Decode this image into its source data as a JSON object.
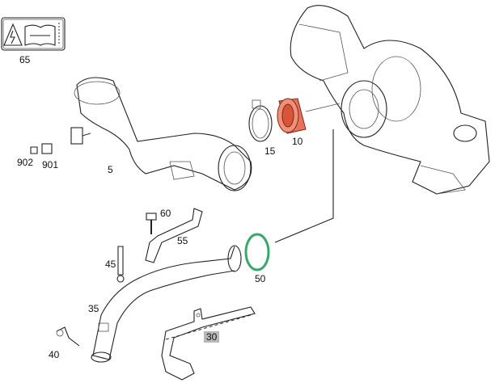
{
  "diagram": {
    "highlighted_part": "10",
    "highlighted_label": "30",
    "colors": {
      "part_10": "#e8735a",
      "part_50": "#3aa66a",
      "label_highlight": "#b8b8b8"
    },
    "parts": [
      {
        "id": "p65",
        "label": "65"
      },
      {
        "id": "p902",
        "label": "902"
      },
      {
        "id": "p901",
        "label": "901"
      },
      {
        "id": "p5",
        "label": "5"
      },
      {
        "id": "p15",
        "label": "15"
      },
      {
        "id": "p10",
        "label": "10"
      },
      {
        "id": "p60",
        "label": "60"
      },
      {
        "id": "p55",
        "label": "55"
      },
      {
        "id": "p45",
        "label": "45"
      },
      {
        "id": "p50",
        "label": "50"
      },
      {
        "id": "p35",
        "label": "35"
      },
      {
        "id": "p40",
        "label": "40"
      },
      {
        "id": "p30",
        "label": "30"
      }
    ]
  }
}
